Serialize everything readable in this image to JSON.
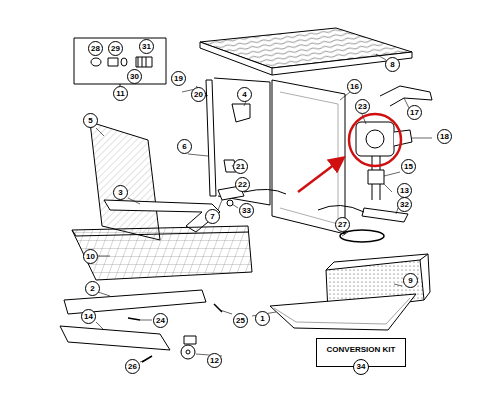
{
  "diagram": {
    "nodes": [
      {
        "text": [
          "CONVERSION KIT",
          "34"
        ]
      }
    ],
    "labels": [
      "28",
      "29",
      "31",
      "30",
      "11",
      "8",
      "19",
      "20",
      "4",
      "16",
      "17",
      "23",
      "18",
      "5",
      "6",
      "21",
      "15",
      "22",
      "13",
      "7",
      "33",
      "32",
      "3",
      "27",
      "10",
      "9",
      "2",
      "25",
      "24",
      "1",
      "14",
      "12",
      "26"
    ]
  }
}
